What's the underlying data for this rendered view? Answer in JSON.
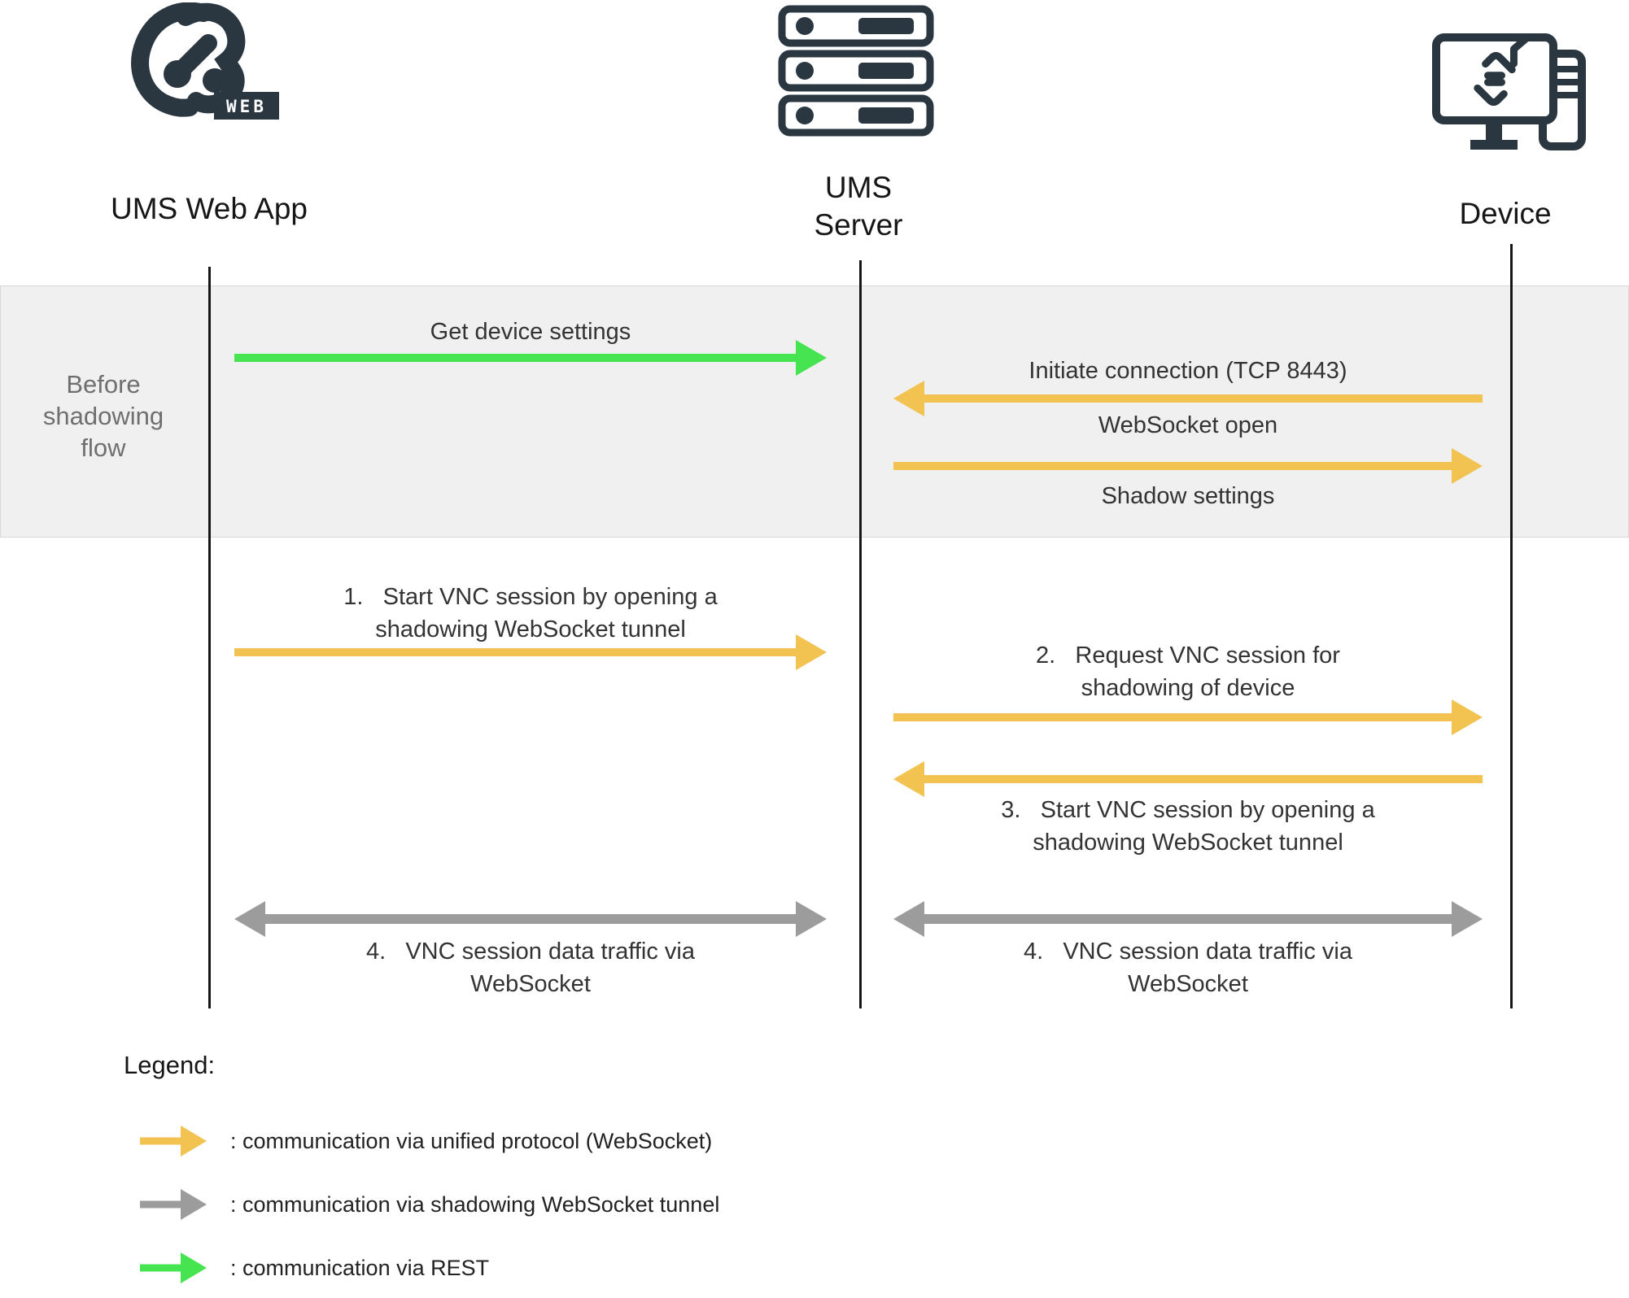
{
  "actors": {
    "web_app": {
      "label": "UMS Web App",
      "badge": "WEB",
      "icon": "igel-ums-web-logo"
    },
    "server": {
      "label": "UMS\nServer",
      "icon": "server-rack-icon"
    },
    "device": {
      "label": "Device",
      "icon": "workstation-icon"
    }
  },
  "phase_band": {
    "label": "Before\nshadowing\nflow"
  },
  "messages": {
    "get_device_settings": {
      "label": "Get device settings",
      "from": "UMS Web App",
      "to": "UMS Server",
      "type": "rest",
      "direction": "right"
    },
    "initiate_connection": {
      "label": "Initiate connection (TCP 8443)",
      "from": "Device",
      "to": "UMS Server",
      "type": "unified-protocol",
      "direction": "left"
    },
    "websocket_open": {
      "label": "WebSocket open",
      "from": "UMS Server",
      "to": "Device",
      "type": "unified-protocol",
      "direction": "right"
    },
    "shadow_settings": {
      "label": "Shadow settings",
      "from": "UMS Server",
      "to": "Device",
      "type": "unified-protocol",
      "direction": "right"
    },
    "step1": {
      "label": "1.   Start VNC session by opening a\nshadowing WebSocket tunnel",
      "from": "UMS Web App",
      "to": "UMS Server",
      "type": "unified-protocol",
      "direction": "right"
    },
    "step2": {
      "label": "2.   Request VNC session for\nshadowing of device",
      "from": "UMS Server",
      "to": "Device",
      "type": "unified-protocol",
      "direction": "right"
    },
    "step3": {
      "label": "3.   Start VNC session by opening a\nshadowing WebSocket tunnel",
      "from": "Device",
      "to": "UMS Server",
      "type": "unified-protocol",
      "direction": "left"
    },
    "step4_left": {
      "label": "4.   VNC session data traffic via\nWebSocket",
      "from": "UMS Web App",
      "to": "UMS Server",
      "type": "shadowing-tunnel",
      "direction": "both"
    },
    "step4_right": {
      "label": "4.   VNC session data traffic via\nWebSocket",
      "from": "UMS Server",
      "to": "Device",
      "type": "shadowing-tunnel",
      "direction": "both"
    }
  },
  "legend": {
    "title": "Legend:",
    "items": [
      {
        "icon": "yellow-arrow-icon",
        "color": "#f2c351",
        "label": ": communication via unified protocol (WebSocket)"
      },
      {
        "icon": "gray-arrow-icon",
        "color": "#9c9c9c",
        "label": ": communication via shadowing WebSocket tunnel"
      },
      {
        "icon": "green-arrow-icon",
        "color": "#47e452",
        "label": ": communication via REST"
      }
    ]
  },
  "colors": {
    "accent_yellow": "#f2c351",
    "accent_green": "#47e452",
    "accent_gray": "#9c9c9c",
    "icon_dark": "#2a3740",
    "band_background": "#f0f0f1",
    "band_text": "#6f6f6f"
  }
}
